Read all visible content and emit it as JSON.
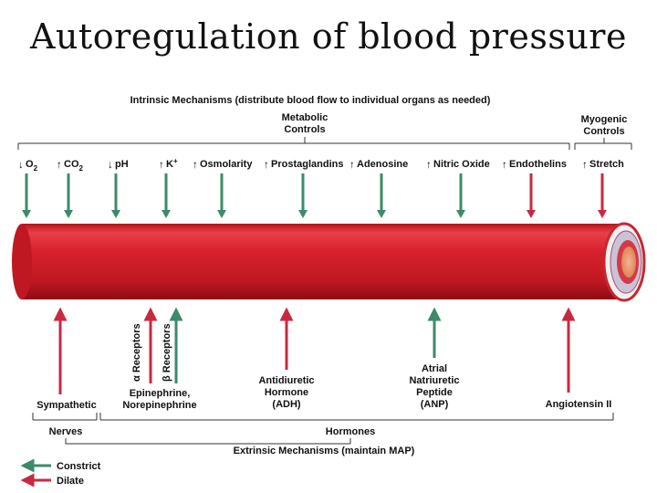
{
  "title": "Autoregulation of blood pressure",
  "intrinsic": {
    "header": "Intrinsic Mechanisms (distribute blood flow to individual organs as needed)",
    "metabolic_line1": "Metabolic",
    "metabolic_line2": "Controls",
    "myogenic_line1": "Myogenic",
    "myogenic_line2": "Controls",
    "factors": [
      {
        "label": "O",
        "sub": "2",
        "direction": "down",
        "effect": "dilate"
      },
      {
        "label": "CO",
        "sub": "2",
        "direction": "up",
        "effect": "dilate"
      },
      {
        "label": "pH",
        "sub": "",
        "direction": "down",
        "effect": "dilate"
      },
      {
        "label": "K",
        "sup": "+",
        "direction": "up",
        "effect": "dilate"
      },
      {
        "label": "Osmolarity",
        "sub": "",
        "direction": "up",
        "effect": "dilate"
      },
      {
        "label": "Prostaglandins",
        "sub": "",
        "direction": "up",
        "effect": "dilate"
      },
      {
        "label": "Adenosine",
        "sub": "",
        "direction": "up",
        "effect": "dilate"
      },
      {
        "label": "Nitric Oxide",
        "sub": "",
        "direction": "up",
        "effect": "dilate"
      },
      {
        "label": "Endothelins",
        "sub": "",
        "direction": "up",
        "effect": "constrict"
      },
      {
        "label": "Stretch",
        "sub": "",
        "direction": "up",
        "effect": "constrict"
      }
    ]
  },
  "extrinsic": {
    "header": "Extrinsic Mechanisms (maintain MAP)",
    "nerves": "Nerves",
    "hormones": "Hormones",
    "sympathetic": "Sympathetic",
    "alpha": "α Receptors",
    "beta": "β Receptors",
    "epi_line1": "Epinephrine,",
    "epi_line2": "Norepinephrine",
    "adh_line1": "Antidiuretic",
    "adh_line2": "Hormone",
    "adh_line3": "(ADH)",
    "anp_line1": "Atrial",
    "anp_line2": "Natriuretic",
    "anp_line3": "Peptide",
    "anp_line4": "(ANP)",
    "angio": "Angiotensin II"
  },
  "legend": {
    "constrict": "Constrict",
    "dilate": "Dilate"
  },
  "colors": {
    "dilate_green": "#3d8a6a",
    "constrict_red": "#c8293f",
    "vessel_red": "#d8222e"
  }
}
